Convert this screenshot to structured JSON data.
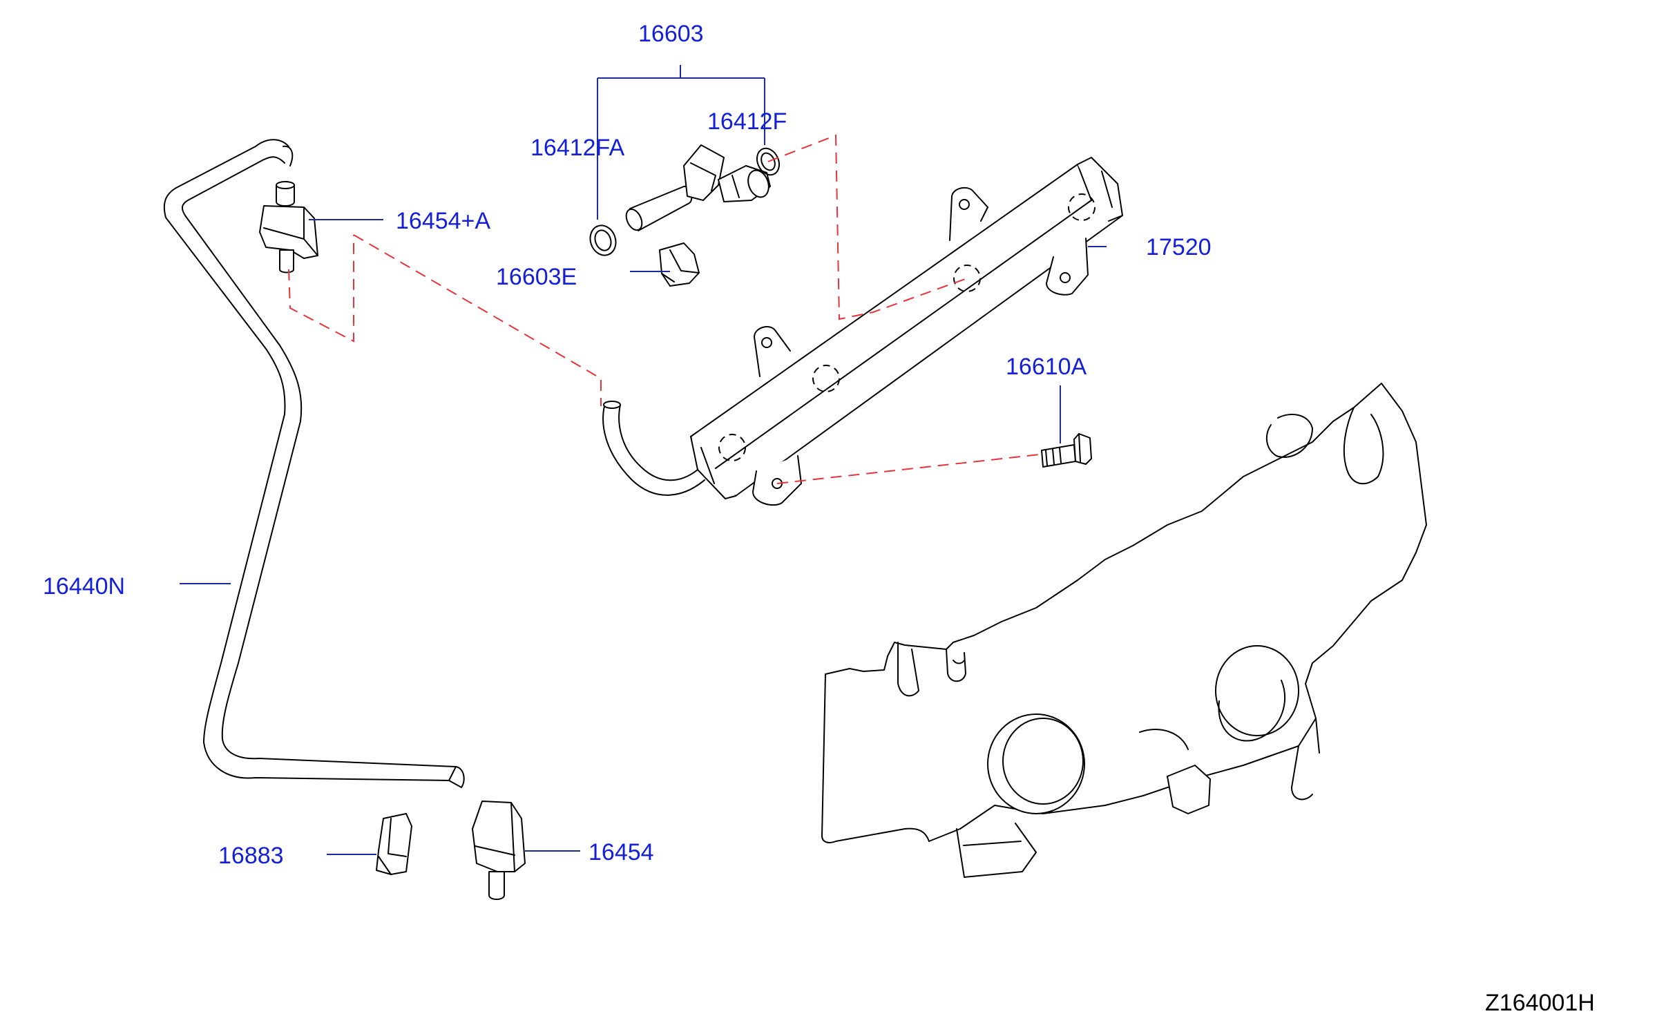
{
  "diagram": {
    "code": "Z164001H",
    "colors": {
      "callout_text": "#1420d8",
      "leader_line": "#1b2a9c",
      "assembly_link": "#e8333a",
      "outline": "#000000",
      "background": "#ffffff"
    },
    "callouts": {
      "fuel_injector_assy": "16603",
      "o_ring_upper": "16412F",
      "o_ring_lower": "16412FA",
      "damper_clip_e": "16603E",
      "hose_clamp_a": "16454+A",
      "fuel_tube": "17520",
      "bolt": "16610A",
      "fuel_hose": "16440N",
      "clip": "16883",
      "hose_clamp": "16454"
    }
  }
}
